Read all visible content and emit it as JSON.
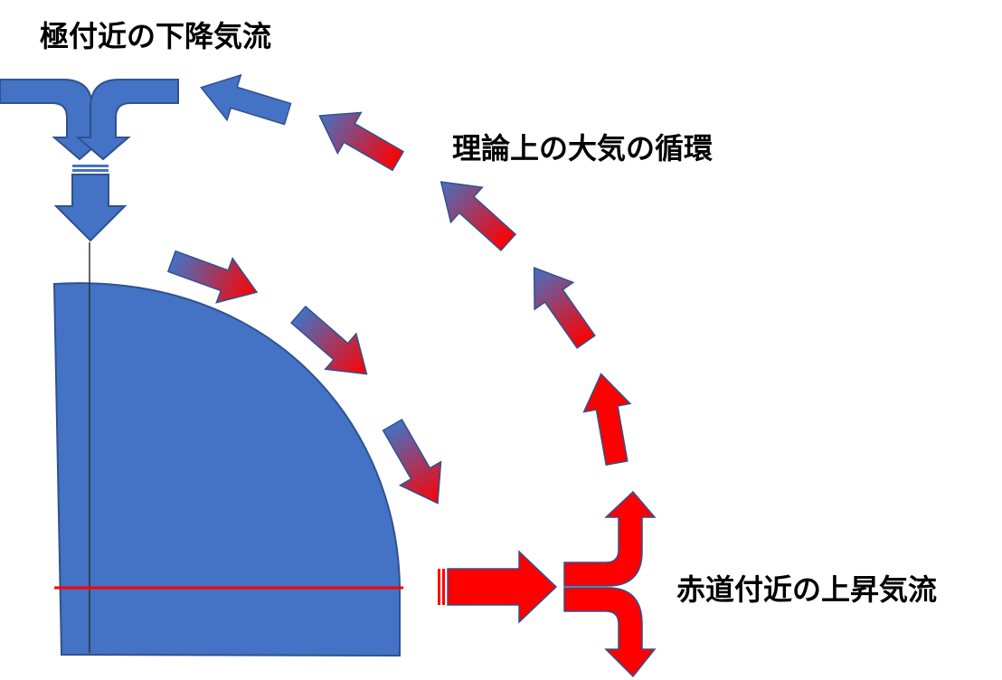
{
  "labels": {
    "polar_downdraft": "極付近の下降気流",
    "theoretical_circulation": "理論上の大気の循環",
    "equatorial_updraft": "赤道付近の上昇気流"
  },
  "colors": {
    "earth_fill": "#4472C4",
    "earth_stroke": "#2F528F",
    "arrow_red": "#FF0000",
    "arrow_blue": "#4472C4",
    "equator_line": "#FF0000",
    "axis_line": "#333333"
  }
}
